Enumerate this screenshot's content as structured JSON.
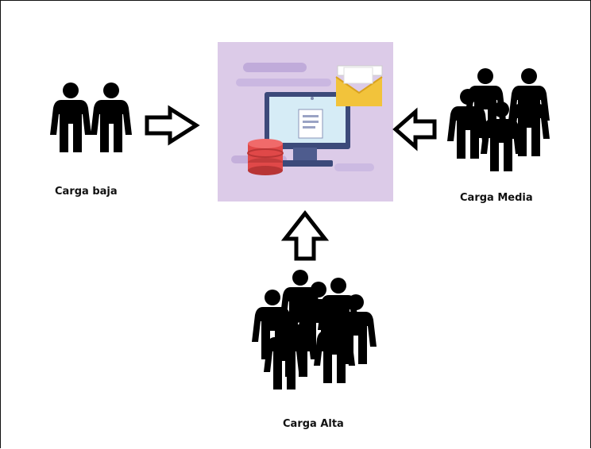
{
  "labels": {
    "low": "Carga baja",
    "medium": "Carga Media",
    "high": "Carga Alta"
  },
  "colors": {
    "people": "#000000",
    "panel": "#d9c7e6",
    "monitor": "#3c4a7a",
    "screen": "#d6ecf6",
    "envelope": "#f2c33b",
    "database": "#e04848"
  },
  "icons": [
    "people-icon",
    "arrow-right-icon",
    "arrow-left-icon",
    "arrow-up-icon",
    "server-computer-icon",
    "envelope-icon",
    "document-icon",
    "database-icon"
  ]
}
